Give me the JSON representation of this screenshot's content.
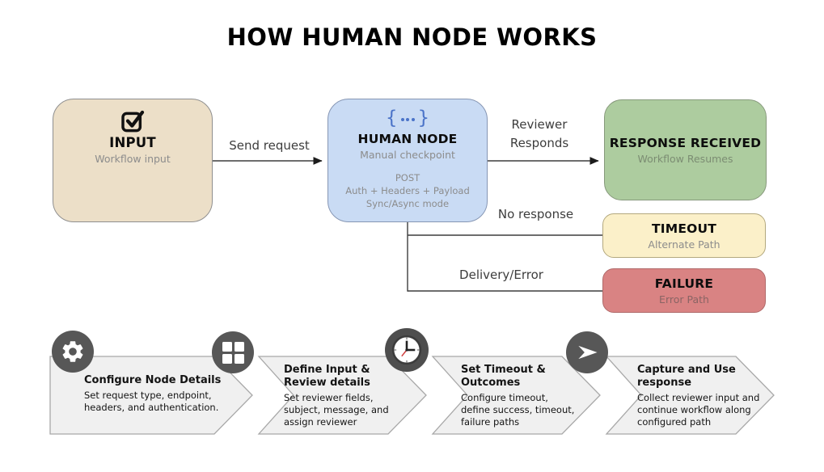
{
  "title": "HOW HUMAN NODE WORKS",
  "flow": {
    "input": {
      "title": "INPUT",
      "subtitle": "Workflow input",
      "icon": "check-square-icon"
    },
    "human_node": {
      "title": "HUMAN NODE",
      "subtitle": "Manual checkpoint",
      "icon": "braces-dots-icon",
      "details": [
        "POST",
        "Auth + Headers + Payload",
        "Sync/Async mode"
      ]
    },
    "response": {
      "title": "RESPONSE RECEIVED",
      "subtitle": "Workflow Resumes"
    },
    "timeout": {
      "title": "TIMEOUT",
      "subtitle": "Alternate Path"
    },
    "failure": {
      "title": "FAILURE",
      "subtitle": "Error Path"
    },
    "edges": {
      "send_request": "Send request",
      "reviewer_responds": "Reviewer Responds",
      "no_response": "No response",
      "delivery_error": "Delivery/Error"
    }
  },
  "steps": [
    {
      "icon": "gear-icon",
      "title": "Configure Node Details",
      "description": "Set request type, endpoint, headers, and authentication."
    },
    {
      "icon": "grid-icon",
      "title": "Define Input & Review details",
      "description": "Set reviewer fields, subject, message, and assign reviewer"
    },
    {
      "icon": "clock-icon",
      "title": "Set Timeout & Outcomes",
      "description": "Configure timeout, define success, timeout, failure paths"
    },
    {
      "icon": "send-icon",
      "title": "Capture and Use response",
      "description": "Collect reviewer input and continue workflow along configured path"
    }
  ],
  "colors": {
    "input_fill": "#ECDFC8",
    "human_node_fill": "#C9DBF4",
    "response_fill": "#ADCC9F",
    "timeout_fill": "#FBF0C9",
    "failure_fill": "#D98383",
    "chevron_fill": "#F0F0F0",
    "step_circle_fill": "#575757",
    "line_color": "#3d3d3d"
  }
}
